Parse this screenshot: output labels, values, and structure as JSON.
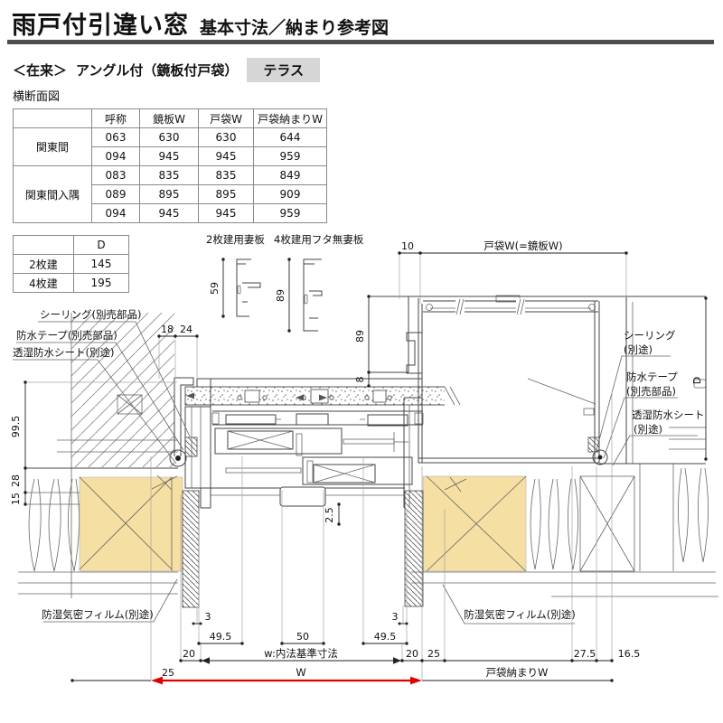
{
  "header": {
    "title_main": "雨戸付引違い窓",
    "title_sub": "基本寸法／納まり参考図"
  },
  "subheader": {
    "construction": "＜在来＞",
    "variant": "アングル付（鏡板付戸袋）",
    "badge": "テラス"
  },
  "section_label": "横断面図",
  "size_table": {
    "headers": [
      "",
      "呼称",
      "鏡板W",
      "戸袋W",
      "戸袋納まりW"
    ],
    "groups": [
      {
        "name": "関東間",
        "rows": [
          [
            "063",
            "630",
            "630",
            "644"
          ],
          [
            "094",
            "945",
            "945",
            "959"
          ]
        ]
      },
      {
        "name": "関東間入隅",
        "rows": [
          [
            "083",
            "835",
            "835",
            "849"
          ],
          [
            "089",
            "895",
            "895",
            "909"
          ],
          [
            "094",
            "945",
            "945",
            "959"
          ]
        ]
      }
    ]
  },
  "depth_table": {
    "header": "D",
    "rows": [
      {
        "label": "2枚建",
        "value": "145"
      },
      {
        "label": "4枚建",
        "value": "195"
      }
    ]
  },
  "profiles": {
    "two_panel_label": "2枚建用妻板",
    "four_panel_label": "4枚建用フタ無妻板",
    "dim_two": "59",
    "dim_four": "89"
  },
  "drawing": {
    "labels": {
      "left_sealing": "シーリング(別売部品)",
      "left_tape": "防水テープ(別売部品)",
      "left_sheet": "透湿防水シート(別途)",
      "right_sealing_line1": "シーリング",
      "right_sealing_line2": "(別途)",
      "right_tape_line1": "防水テープ",
      "right_tape_line2": "(別売部品)",
      "right_sheet_line1": "透湿防水シート",
      "right_sheet_line2": "(別途)",
      "film_left": "防湿気密フィルム(別途)",
      "film_right": "防湿気密フィルム(別途)",
      "tobukuro_w": "戸袋W(=鏡板W)",
      "tobukuro_osamari_w": "戸袋納まりW",
      "w_naiho": "w:内法基準寸法",
      "w": "W",
      "d": "D"
    },
    "dims": {
      "d10": "10",
      "d18": "18",
      "d24": "24",
      "d99_5": "99.5",
      "d28": "28",
      "d15": "15",
      "d89": "89",
      "d8": "8",
      "d2_5": "2.5",
      "d3": "3",
      "d49_5": "49.5",
      "d50": "50",
      "d20": "20",
      "d25": "25",
      "d27_5": "27.5",
      "d16_5": "16.5"
    }
  },
  "colors": {
    "wood_fill": "#f6dfa2",
    "badge_bg": "#d6d6d6",
    "accent_red": "#e00000",
    "rule": "#4d4d4d"
  }
}
